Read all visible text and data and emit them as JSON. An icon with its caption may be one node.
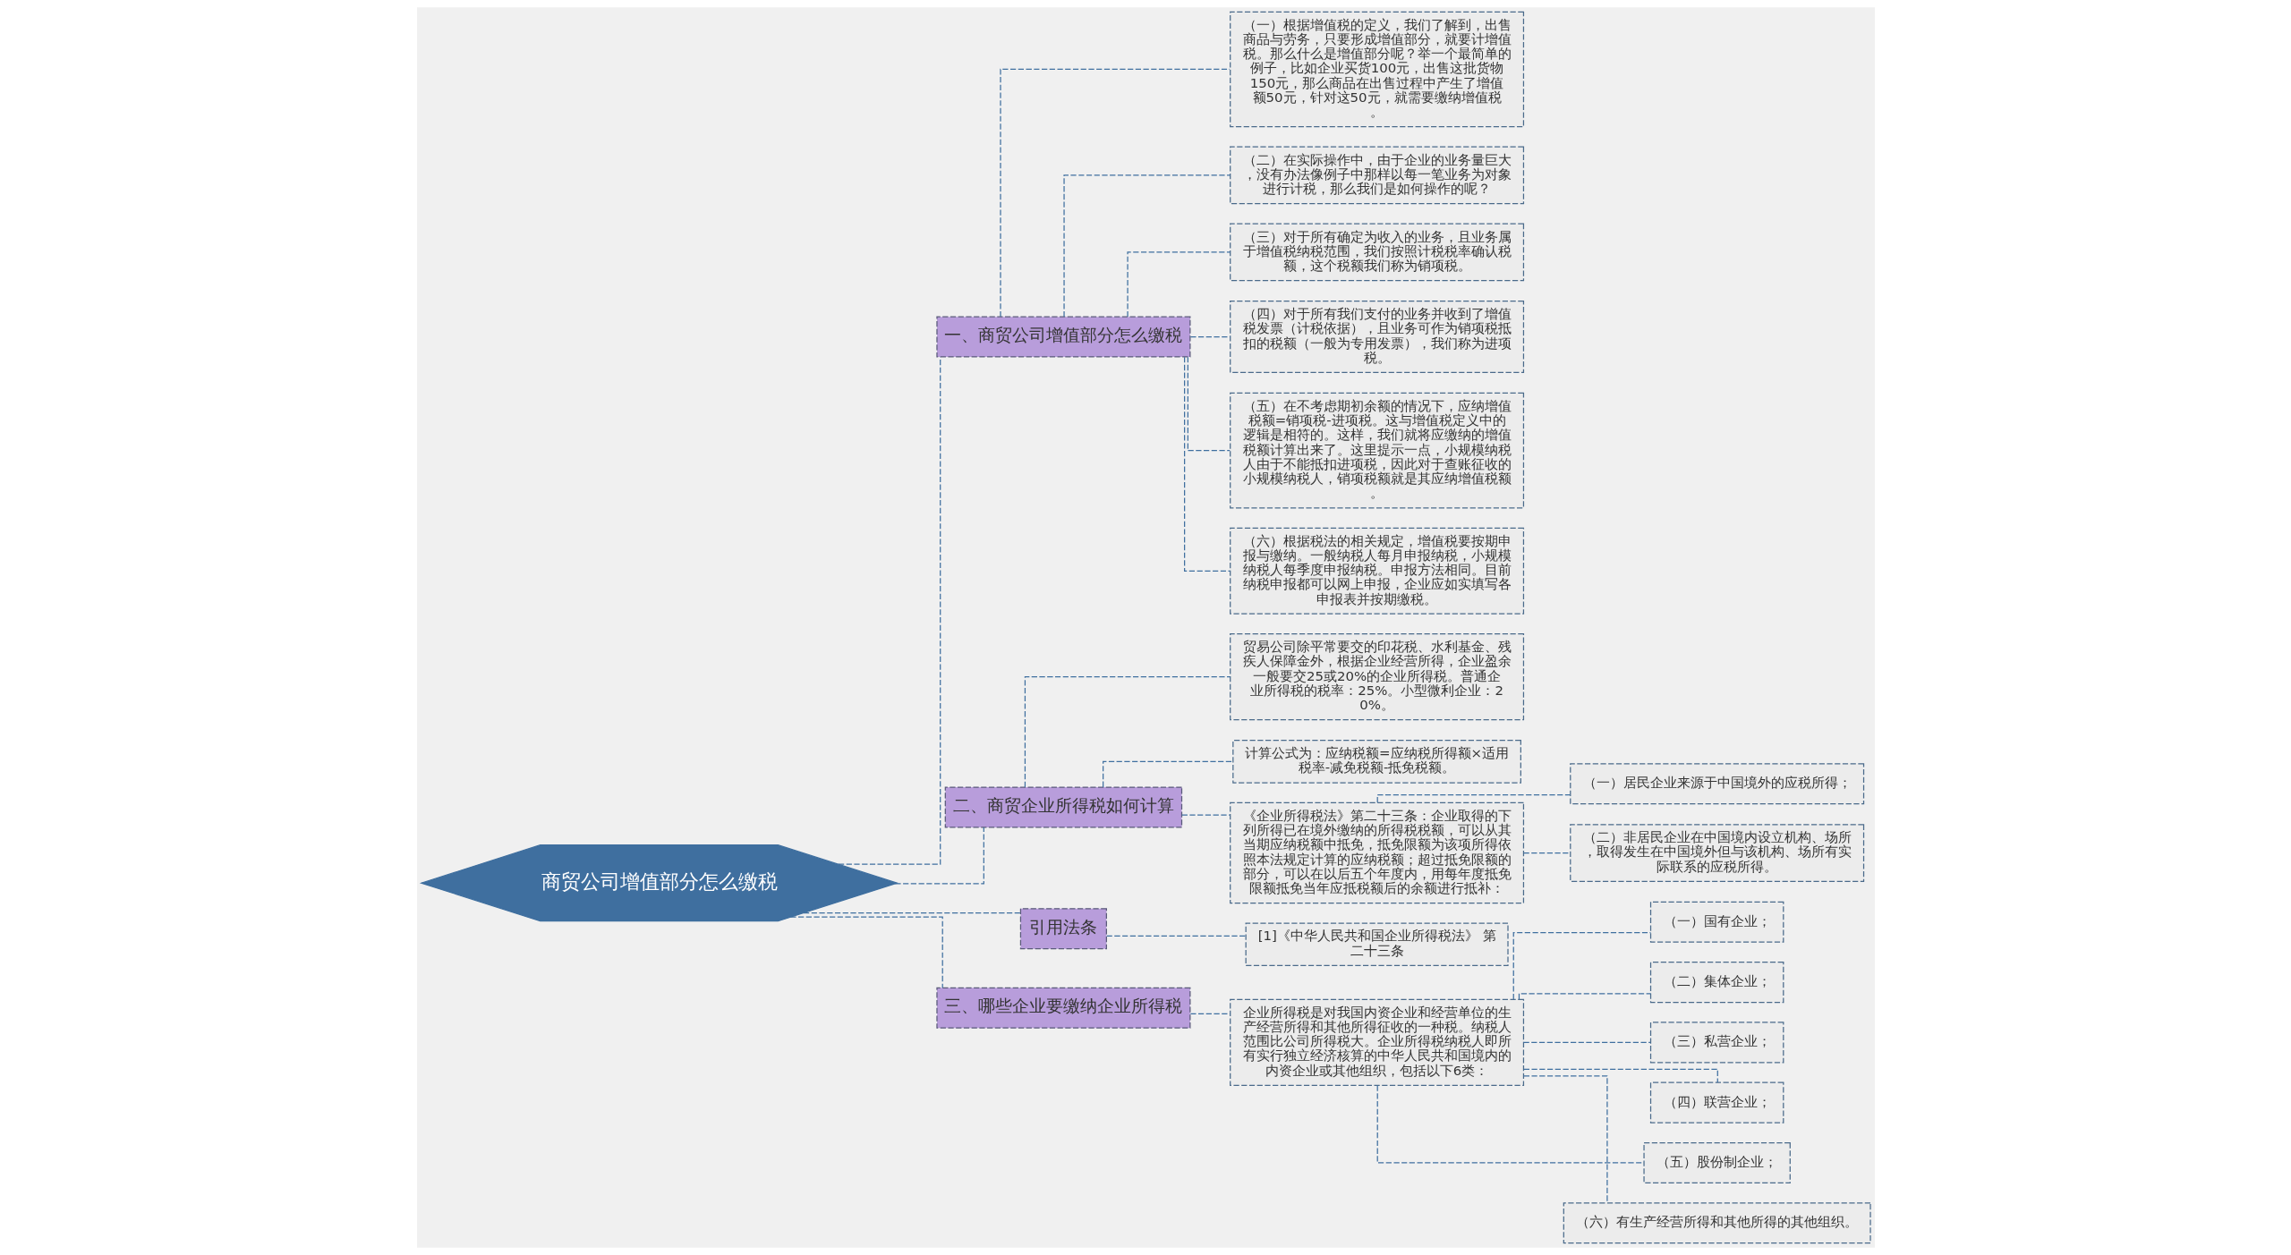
{
  "diagram": {
    "nodes": [
      {
        "text": [
          "商贸公司增值部分怎么缴税"
        ]
      },
      {
        "text": [
          "一、商贸公司增值部分怎么缴税"
        ]
      },
      {
        "text": [
          "（一）根据增值税的定义，我们了解到，出售商品与劳务，只要形成增值部分，就要计增值税。那么什么是增值部分呢？举一个最简单的例子，比如企业买货100元，出售这批货物150元，那么商品在出售过程中产生了增值额50元，针对这50元，就需要缴纳增值税。"
        ]
      },
      {
        "text": [
          "（二）在实际操作中，由于企业的业务量巨大，没有办法像例子中那样以每一笔业务为对象进行计税，那么我们是如何操作的呢？"
        ]
      },
      {
        "text": [
          "（三）对于所有确定为收入的业务，且业务属于增值税纳税范围，我们按照计税税率确认税额，这个税额我们称为销项税。"
        ]
      },
      {
        "text": [
          "（四）对于所有我们支付的业务并收到了增值税发票（计税依据），且业务可作为销项税抵扣的税额（一般为专用发票），我们称为进项税。"
        ]
      },
      {
        "text": [
          "（五）在不考虑期初余额的情况下，应纳增值税额=销项税-进项税。这与增值税定义中的逻辑是相符的。这样，我们就将应缴纳的增值税额计算出来了。这里提示一点，小规模纳税人由于不能抵扣进项税，因此对于查账征收的小规模纳税人，销项税额就是其应纳增值税额。"
        ]
      },
      {
        "text": [
          "（六）根据税法的相关规定，增值税要按期申报与缴纳。一般纳税人每月申报纳税，小规模纳税人每季度申报纳税。申报方法相同。目前纳税申报都可以网上申报，企业应如实填写各申报表并按期缴税。"
        ]
      },
      {
        "text": [
          "二、商贸企业所得税如何计算"
        ]
      },
      {
        "text": [
          "贸易公司除平常要交的印花税、水利基金、残疾人保障金外，根据企业经营所得，企业盈余一般要交25或20%的企业所得税。普通企业所得税的税率：25%。小型微利企业：20%。"
        ]
      },
      {
        "text": [
          "计算公式为：应纳税额=应纳税所得额×适用税率-减免税额-抵免税额。"
        ]
      },
      {
        "text": [
          "《企业所得税法》第二十三条：企业取得的下列所得已在境外缴纳的所得税税额，可以从其当期应纳税额中抵免，抵免限额为该项所得依照本法规定计算的应纳税额；超过抵免限额的部分，可以在以后五个年度内，用每年度抵免限额抵免当年应抵税额后的余额进行抵补："
        ]
      },
      {
        "text": [
          "（一）居民企业来源于中国境外的应税所得；"
        ]
      },
      {
        "text": [
          "（二）非居民企业在中国境内设立机构、场所，取得发生在中国境外但与该机构、场所有实际联系的应税所得。"
        ]
      },
      {
        "text": [
          "引用法条"
        ]
      },
      {
        "text": [
          "[1]《中华人民共和国企业所得税法》 第二十三条"
        ]
      },
      {
        "text": [
          "三、哪些企业要缴纳企业所得税"
        ]
      },
      {
        "text": [
          "企业所得税是对我国内资企业和经营单位的生产经营所得和其他所得征收的一种税。纳税人范围比公司所得税大。企业所得税纳税人即所有实行独立经济核算的中华人民共和国境内的内资企业或其他组织，包括以下6类："
        ]
      },
      {
        "text": [
          "（一）国有企业；"
        ]
      },
      {
        "text": [
          "（二）集体企业；"
        ]
      },
      {
        "text": [
          "（三）私营企业；"
        ]
      },
      {
        "text": [
          "（四）联营企业；"
        ]
      },
      {
        "text": [
          "（五）股份制企业；"
        ]
      },
      {
        "text": [
          "（六）有生产经营所得和其他所得的其他组织。"
        ]
      }
    ],
    "edges": [
      {
        "from": 0,
        "to": 1,
        "arrow": "none",
        "style": "dashed"
      },
      {
        "from": 1,
        "to": 2,
        "arrow": "none",
        "style": "dashed"
      },
      {
        "from": 1,
        "to": 3,
        "arrow": "none",
        "style": "dashed"
      },
      {
        "from": 1,
        "to": 4,
        "arrow": "none",
        "style": "dashed"
      },
      {
        "from": 1,
        "to": 5,
        "arrow": "none",
        "style": "dashed"
      },
      {
        "from": 1,
        "to": 6,
        "arrow": "none",
        "style": "dashed"
      },
      {
        "from": 1,
        "to": 7,
        "arrow": "none",
        "style": "dashed"
      },
      {
        "from": 0,
        "to": 8,
        "arrow": "none",
        "style": "dashed"
      },
      {
        "from": 8,
        "to": 9,
        "arrow": "none",
        "style": "dashed"
      },
      {
        "from": 8,
        "to": 10,
        "arrow": "none",
        "style": "dashed"
      },
      {
        "from": 8,
        "to": 11,
        "arrow": "none",
        "style": "dashed"
      },
      {
        "from": 11,
        "to": 12,
        "arrow": "none",
        "style": "dashed"
      },
      {
        "from": 11,
        "to": 13,
        "arrow": "none",
        "style": "dashed"
      },
      {
        "from": 0,
        "to": 14,
        "arrow": "none",
        "style": "dashed"
      },
      {
        "from": 14,
        "to": 15,
        "arrow": "none",
        "style": "dashed"
      },
      {
        "from": 0,
        "to": 16,
        "arrow": "none",
        "style": "dashed"
      },
      {
        "from": 16,
        "to": 17,
        "arrow": "none",
        "style": "dashed"
      },
      {
        "from": 17,
        "to": 18,
        "arrow": "none",
        "style": "dashed"
      },
      {
        "from": 17,
        "to": 19,
        "arrow": "none",
        "style": "dashed"
      },
      {
        "from": 17,
        "to": 20,
        "arrow": "none",
        "style": "dashed"
      },
      {
        "from": 17,
        "to": 21,
        "arrow": "none",
        "style": "dashed"
      },
      {
        "from": 17,
        "to": 22,
        "arrow": "none",
        "style": "dashed"
      },
      {
        "from": 17,
        "to": 23,
        "arrow": "none",
        "style": "dashed"
      }
    ]
  }
}
